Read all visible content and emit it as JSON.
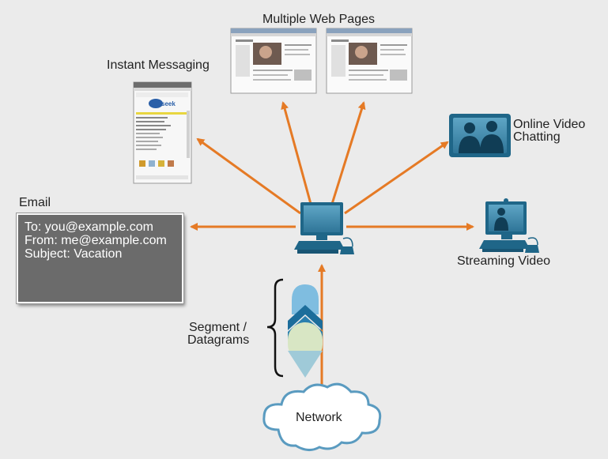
{
  "labels": {
    "multiple_web_pages": "Multiple Web Pages",
    "instant_messaging": "Instant Messaging",
    "online_video": "Online Video",
    "chatting": "Chatting",
    "email": "Email",
    "streaming_video": "Streaming Video",
    "segment": "Segment /",
    "datagrams": "Datagrams",
    "network": "Network"
  },
  "email": {
    "to": "To: you@example.com",
    "from": "From: me@example.com",
    "subject": "Subject: Vacation"
  },
  "im_window": {
    "logo_text": "seek"
  },
  "colors": {
    "arrow": "#e57a25",
    "device_blue": "#1f6688",
    "screen_blue": "#3f8cae",
    "cloud_stroke": "#5a9bc0",
    "email_bg": "#6b6b6b",
    "background": "#ebebeb"
  }
}
